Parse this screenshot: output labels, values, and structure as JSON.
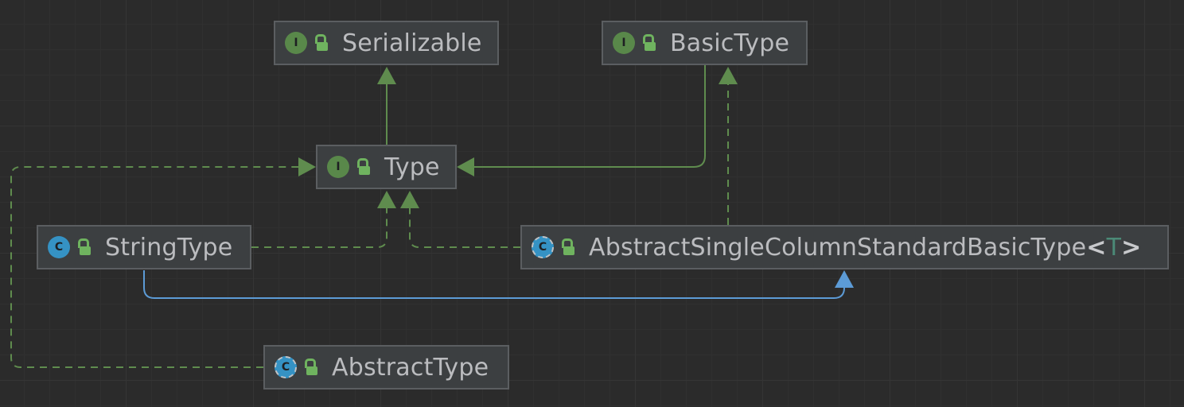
{
  "diagram": {
    "nodes": [
      {
        "id": "serializable",
        "kind": "interface",
        "badge": "I",
        "name": "Serializable"
      },
      {
        "id": "basictype",
        "kind": "interface",
        "badge": "I",
        "name": "BasicType"
      },
      {
        "id": "type",
        "kind": "interface",
        "badge": "I",
        "name": "Type"
      },
      {
        "id": "stringtype",
        "kind": "class",
        "badge": "C",
        "name": "StringType"
      },
      {
        "id": "abstractsingle",
        "kind": "abstract",
        "badge": "C",
        "name": "AbstractSingleColumnStandardBasicType",
        "generic_open": "<",
        "type_param": "T",
        "generic_close": ">"
      },
      {
        "id": "abstracttype",
        "kind": "abstract",
        "badge": "C",
        "name": "AbstractType"
      }
    ],
    "edges": [
      {
        "from": "type",
        "to": "serializable",
        "relation": "extends"
      },
      {
        "from": "basictype",
        "to": "type",
        "relation": "extends"
      },
      {
        "from": "abstractsingle",
        "to": "basictype",
        "relation": "implements"
      },
      {
        "from": "stringtype",
        "to": "type",
        "relation": "implements"
      },
      {
        "from": "abstractsingle",
        "to": "type",
        "relation": "implements"
      },
      {
        "from": "abstracttype",
        "to": "type",
        "relation": "implements"
      },
      {
        "from": "stringtype",
        "to": "abstractsingle",
        "relation": "class-extends"
      }
    ],
    "colors": {
      "background": "#2b2b2b",
      "node_fill": "#3c3f41",
      "node_border": "#5b5e61",
      "interface_edge": "#5f8c4e",
      "class_edge": "#5c9bd6",
      "interface_badge": "#59884a",
      "class_badge": "#3592c4",
      "text": "#bbbcbf"
    }
  }
}
